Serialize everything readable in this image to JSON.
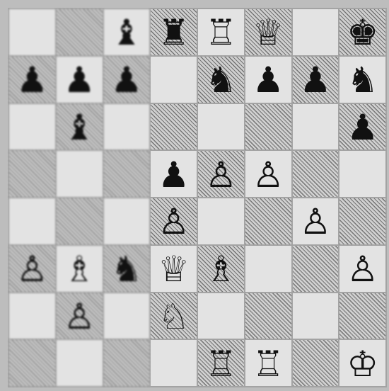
{
  "board": {
    "ranks": [
      [
        {
          "piece": "",
          "color": "",
          "glyph": ""
        },
        {
          "piece": "",
          "color": "",
          "glyph": ""
        },
        {
          "piece": "bishop",
          "color": "black",
          "glyph": "♝"
        },
        {
          "piece": "rook",
          "color": "black",
          "glyph": "♜"
        },
        {
          "piece": "rook",
          "color": "white",
          "glyph": "♖"
        },
        {
          "piece": "queen",
          "color": "white",
          "glyph": "♕"
        },
        {
          "piece": "",
          "color": "",
          "glyph": ""
        },
        {
          "piece": "king",
          "color": "black",
          "glyph": "♚"
        }
      ],
      [
        {
          "piece": "pawn",
          "color": "black",
          "glyph": "♟"
        },
        {
          "piece": "pawn",
          "color": "black",
          "glyph": "♟"
        },
        {
          "piece": "pawn",
          "color": "black",
          "glyph": "♟"
        },
        {
          "piece": "",
          "color": "",
          "glyph": ""
        },
        {
          "piece": "knight",
          "color": "black",
          "glyph": "♞"
        },
        {
          "piece": "pawn",
          "color": "black",
          "glyph": "♟"
        },
        {
          "piece": "pawn",
          "color": "black",
          "glyph": "♟"
        },
        {
          "piece": "knight",
          "color": "black",
          "glyph": "♞"
        }
      ],
      [
        {
          "piece": "",
          "color": "",
          "glyph": ""
        },
        {
          "piece": "bishop",
          "color": "black",
          "glyph": "♝"
        },
        {
          "piece": "",
          "color": "",
          "glyph": ""
        },
        {
          "piece": "",
          "color": "",
          "glyph": ""
        },
        {
          "piece": "",
          "color": "",
          "glyph": ""
        },
        {
          "piece": "",
          "color": "",
          "glyph": ""
        },
        {
          "piece": "",
          "color": "",
          "glyph": ""
        },
        {
          "piece": "pawn",
          "color": "black",
          "glyph": "♟"
        }
      ],
      [
        {
          "piece": "",
          "color": "",
          "glyph": ""
        },
        {
          "piece": "",
          "color": "",
          "glyph": ""
        },
        {
          "piece": "",
          "color": "",
          "glyph": ""
        },
        {
          "piece": "pawn",
          "color": "black",
          "glyph": "♟"
        },
        {
          "piece": "pawn",
          "color": "white",
          "glyph": "♙"
        },
        {
          "piece": "pawn",
          "color": "white",
          "glyph": "♙"
        },
        {
          "piece": "",
          "color": "",
          "glyph": ""
        },
        {
          "piece": "",
          "color": "",
          "glyph": ""
        }
      ],
      [
        {
          "piece": "",
          "color": "",
          "glyph": ""
        },
        {
          "piece": "",
          "color": "",
          "glyph": ""
        },
        {
          "piece": "",
          "color": "",
          "glyph": ""
        },
        {
          "piece": "pawn",
          "color": "white",
          "glyph": "♙"
        },
        {
          "piece": "",
          "color": "",
          "glyph": ""
        },
        {
          "piece": "",
          "color": "",
          "glyph": ""
        },
        {
          "piece": "pawn",
          "color": "white",
          "glyph": "♙"
        },
        {
          "piece": "",
          "color": "",
          "glyph": ""
        }
      ],
      [
        {
          "piece": "pawn",
          "color": "white",
          "glyph": "♙"
        },
        {
          "piece": "bishop",
          "color": "white",
          "glyph": "♗"
        },
        {
          "piece": "knight",
          "color": "black",
          "glyph": "♞"
        },
        {
          "piece": "queen",
          "color": "white",
          "glyph": "♕"
        },
        {
          "piece": "bishop",
          "color": "white",
          "glyph": "♗"
        },
        {
          "piece": "",
          "color": "",
          "glyph": ""
        },
        {
          "piece": "",
          "color": "",
          "glyph": ""
        },
        {
          "piece": "pawn",
          "color": "white",
          "glyph": "♙"
        }
      ],
      [
        {
          "piece": "",
          "color": "",
          "glyph": ""
        },
        {
          "piece": "pawn",
          "color": "white",
          "glyph": "♙"
        },
        {
          "piece": "",
          "color": "",
          "glyph": ""
        },
        {
          "piece": "knight",
          "color": "white",
          "glyph": "♘"
        },
        {
          "piece": "",
          "color": "",
          "glyph": ""
        },
        {
          "piece": "",
          "color": "",
          "glyph": ""
        },
        {
          "piece": "",
          "color": "",
          "glyph": ""
        },
        {
          "piece": "",
          "color": "",
          "glyph": ""
        }
      ],
      [
        {
          "piece": "",
          "color": "",
          "glyph": ""
        },
        {
          "piece": "",
          "color": "",
          "glyph": ""
        },
        {
          "piece": "",
          "color": "",
          "glyph": ""
        },
        {
          "piece": "",
          "color": "",
          "glyph": ""
        },
        {
          "piece": "rook",
          "color": "white",
          "glyph": "♖"
        },
        {
          "piece": "rook",
          "color": "white",
          "glyph": "♖"
        },
        {
          "piece": "",
          "color": "",
          "glyph": ""
        },
        {
          "piece": "king",
          "color": "white",
          "glyph": "♔"
        }
      ]
    ]
  }
}
